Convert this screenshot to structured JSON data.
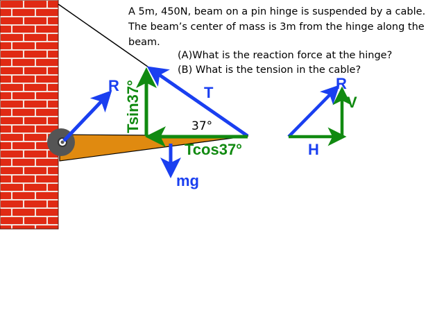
{
  "problem": {
    "lines": [
      "A 5m, 450N, beam on a pin hinge is suspended by a cable.",
      "The beam’s center of mass is 3m from the hinge along the",
      "beam."
    ],
    "part_a": "(A)What is the reaction force at the hinge?",
    "part_b": "(B) What is the tension in the cable?"
  },
  "labels": {
    "reaction": "R",
    "tension": "T",
    "tension_vertical": "Tsin37°",
    "tension_horizontal": "Tcos37°",
    "angle": "37°",
    "weight": "mg",
    "component_r": "R",
    "component_v": "V",
    "component_h": "H"
  },
  "colors": {
    "blue": "#1a3ff0",
    "green": "#118a11",
    "brick": "#e02a14",
    "mortar": "#f4e6e0",
    "beam": "#e08a10"
  }
}
